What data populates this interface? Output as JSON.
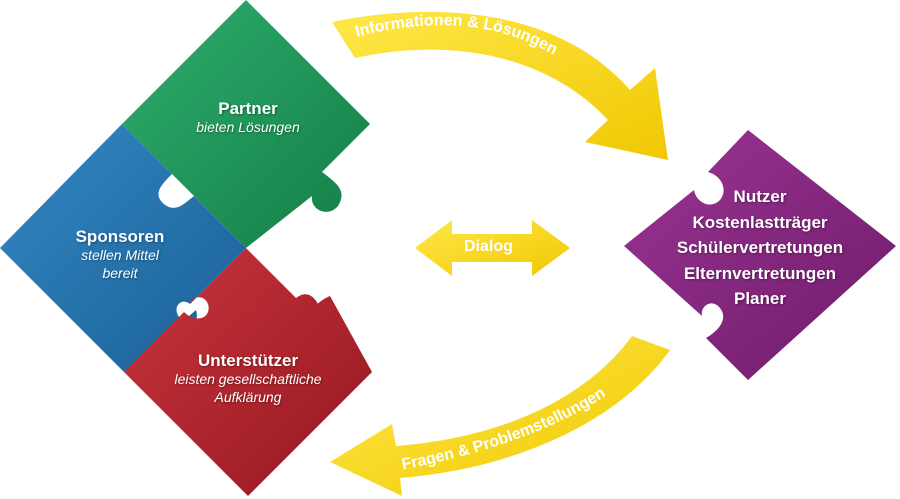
{
  "pieces": {
    "partner": {
      "title": "Partner",
      "sub": "bieten Lösungen",
      "color": "#1b9657"
    },
    "sponsoren": {
      "title": "Sponsoren",
      "sub1": "stellen Mittel",
      "sub2": "bereit",
      "color": "#2274ae"
    },
    "unterstuetzer": {
      "title": "Unterstützer",
      "sub1": "leisten gesellschaftliche",
      "sub2": "Aufklärung",
      "color": "#b3202a"
    },
    "nutzer": {
      "lines": [
        "Nutzer",
        "Kostenlastträger",
        "Schülervertretungen",
        "Elternvertretungen",
        "Planer"
      ],
      "color": "#85217f"
    }
  },
  "arrows": {
    "top_label": "Informationen & Lösungen",
    "bottom_label": "Fragen  & Problemstellungen",
    "dialog_label": "Dialog",
    "color": "#f5d800"
  }
}
